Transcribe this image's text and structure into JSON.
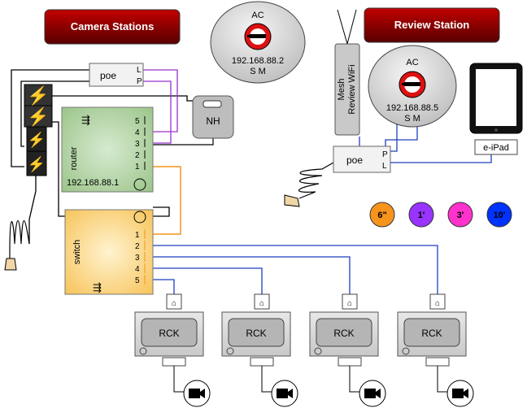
{
  "headers": {
    "camera_stations": "Camera Stations",
    "review_station": "Review Station"
  },
  "ac_units": [
    {
      "label": "AC",
      "ip": "192.168.88.2",
      "ports": "S M"
    },
    {
      "label": "AC",
      "ip": "192.168.88.5",
      "ports": "S M"
    }
  ],
  "poe_left": {
    "label": "poe",
    "port_l": "L",
    "port_p": "P"
  },
  "poe_right": {
    "label": "poe",
    "port_p": "P",
    "port_l": "L"
  },
  "nh": {
    "label": "NH"
  },
  "router": {
    "label": "router",
    "ip": "192.168.88.1",
    "ports": [
      "5",
      "4",
      "3",
      "2",
      "1"
    ]
  },
  "switch": {
    "label": "switch",
    "ports": [
      "1",
      "2",
      "3",
      "4",
      "5"
    ]
  },
  "mesh": {
    "label_line1": "Mesh",
    "label_line2": "Review WiFi"
  },
  "ipad": {
    "label": "e-iPad"
  },
  "cable_legend": [
    {
      "label": "6\"",
      "color": "#f7941d"
    },
    {
      "label": "1'",
      "color": "#9933ff"
    },
    {
      "label": "3'",
      "color": "#ff33cc"
    },
    {
      "label": "10'",
      "color": "#0033ff"
    }
  ],
  "rck_units": [
    {
      "label": "RCK"
    },
    {
      "label": "RCK"
    },
    {
      "label": "RCK"
    },
    {
      "label": "RCK"
    }
  ],
  "colors": {
    "header_red": "#8b0000",
    "purple": "#9933cc",
    "orange": "#f7941d",
    "blue": "#1f3fbf",
    "router_green": "#b5d6a0",
    "switch_yellow": "#fbd27a"
  }
}
